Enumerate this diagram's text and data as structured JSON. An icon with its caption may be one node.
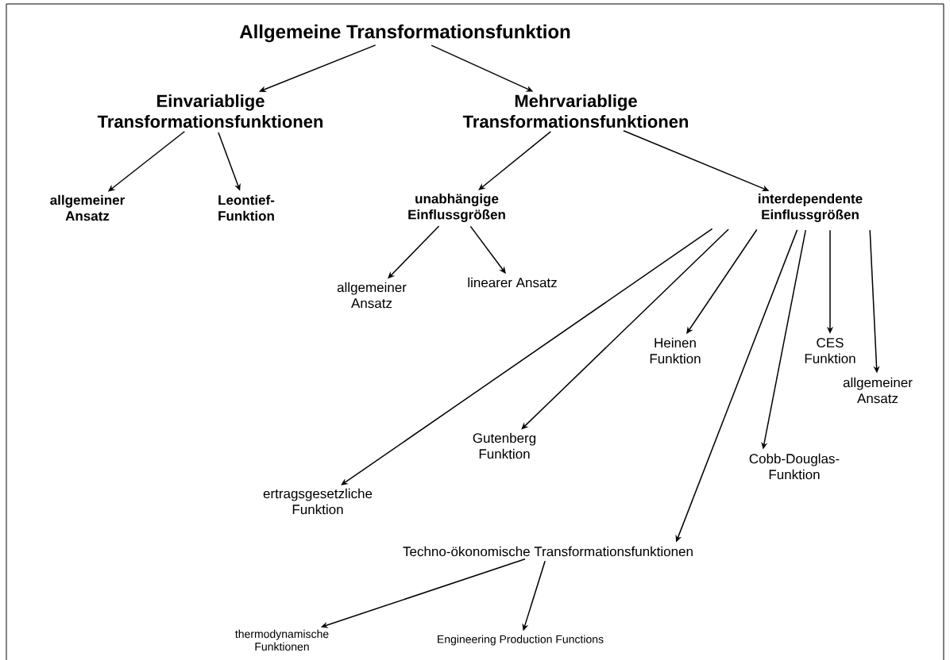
{
  "diagram": {
    "nodes": [
      {
        "text": [
          "Allgemeine Transformationsfunktion"
        ]
      },
      {
        "text": [
          "Einvariablige Transformationsfunktionen"
        ]
      },
      {
        "text": [
          "Mehrvariablige Transformationsfunktionen"
        ]
      },
      {
        "text": [
          "allgemeiner Ansatz"
        ]
      },
      {
        "text": [
          "Leontief- Funktion"
        ]
      },
      {
        "text": [
          "unabhängige Einflussgrößen"
        ]
      },
      {
        "text": [
          "interdependente Einflussgrößen"
        ]
      },
      {
        "text": [
          "allgemeiner Ansatz"
        ]
      },
      {
        "text": [
          "linearer Ansatz"
        ]
      },
      {
        "text": [
          "ertragsgesetzliche Funktion"
        ]
      },
      {
        "text": [
          "Gutenberg Funktion"
        ]
      },
      {
        "text": [
          "Heinen Funktion"
        ]
      },
      {
        "text": [
          "Techno-ökonomische Transformationsfunktionen"
        ]
      },
      {
        "text": [
          "Cobb-Douglas- Funktion"
        ]
      },
      {
        "text": [
          "CES Funktion"
        ]
      },
      {
        "text": [
          "allgemeiner Ansatz"
        ]
      },
      {
        "text": [
          "thermodynamische Funktionen"
        ]
      },
      {
        "text": [
          "Engineering Production Functions"
        ]
      }
    ],
    "edges": [
      {
        "from": 0,
        "to": 1,
        "arrow": "to"
      },
      {
        "from": 0,
        "to": 2,
        "arrow": "to"
      },
      {
        "from": 1,
        "to": 3,
        "arrow": "to"
      },
      {
        "from": 1,
        "to": 4,
        "arrow": "to"
      },
      {
        "from": 2,
        "to": 5,
        "arrow": "to"
      },
      {
        "from": 2,
        "to": 6,
        "arrow": "to"
      },
      {
        "from": 5,
        "to": 7,
        "arrow": "to"
      },
      {
        "from": 5,
        "to": 8,
        "arrow": "to"
      },
      {
        "from": 6,
        "to": 9,
        "arrow": "to"
      },
      {
        "from": 6,
        "to": 10,
        "arrow": "to"
      },
      {
        "from": 6,
        "to": 11,
        "arrow": "to"
      },
      {
        "from": 6,
        "to": 12,
        "arrow": "to"
      },
      {
        "from": 6,
        "to": 13,
        "arrow": "to"
      },
      {
        "from": 6,
        "to": 14,
        "arrow": "to"
      },
      {
        "from": 6,
        "to": 15,
        "arrow": "to"
      },
      {
        "from": 12,
        "to": 16,
        "arrow": "to"
      },
      {
        "from": 12,
        "to": 17,
        "arrow": "to"
      }
    ]
  }
}
